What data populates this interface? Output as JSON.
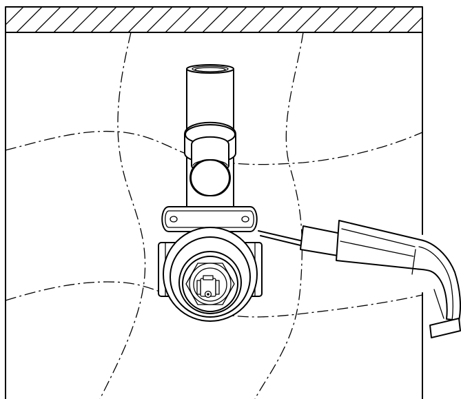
{
  "figure": {
    "description_none": "",
    "colors": {
      "line": "#000000",
      "background": "#ffffff"
    },
    "icons": [
      "hatched-ceiling",
      "wall-panel",
      "cutout-boundary",
      "riser-pipe",
      "mounting-flange",
      "mixer-valve-body",
      "cartridge-cap",
      "spout"
    ]
  }
}
